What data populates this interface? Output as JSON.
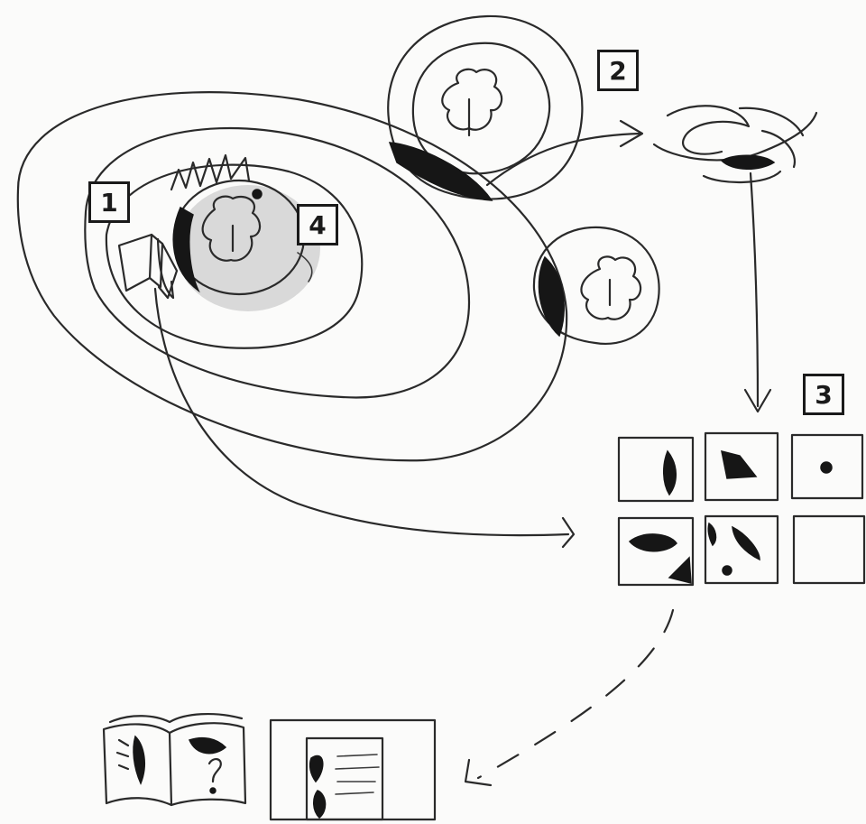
{
  "labels": {
    "one": "1",
    "two": "2",
    "three": "3",
    "four": "4"
  },
  "colors": {
    "ink": "#161616",
    "paper": "#fbfbfa"
  }
}
